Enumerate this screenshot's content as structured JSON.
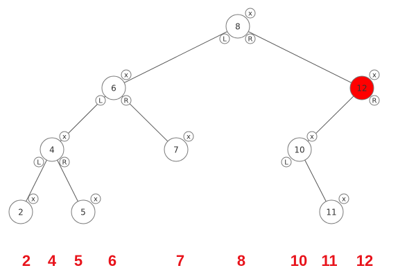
{
  "tree": {
    "highlight_color": "#ff0000",
    "node_stroke": "#777777",
    "edge_color": "#555555",
    "nodes": [
      {
        "id": "n8",
        "label": "8",
        "highlighted": false,
        "buttons": {
          "x": true,
          "L": true,
          "R": true
        }
      },
      {
        "id": "n6",
        "label": "6",
        "highlighted": false,
        "buttons": {
          "x": true,
          "L": true,
          "R": true
        }
      },
      {
        "id": "n12",
        "label": "12",
        "highlighted": true,
        "buttons": {
          "x": true,
          "L": false,
          "R": true
        }
      },
      {
        "id": "n4",
        "label": "4",
        "highlighted": false,
        "buttons": {
          "x": true,
          "L": true,
          "R": true
        }
      },
      {
        "id": "n7",
        "label": "7",
        "highlighted": false,
        "buttons": {
          "x": true,
          "L": false,
          "R": false
        }
      },
      {
        "id": "n10",
        "label": "10",
        "highlighted": false,
        "buttons": {
          "x": true,
          "L": true,
          "R": false
        }
      },
      {
        "id": "n2",
        "label": "2",
        "highlighted": false,
        "buttons": {
          "x": true,
          "L": false,
          "R": false
        }
      },
      {
        "id": "n5",
        "label": "5",
        "highlighted": false,
        "buttons": {
          "x": true,
          "L": false,
          "R": false
        }
      },
      {
        "id": "n11",
        "label": "11",
        "highlighted": false,
        "buttons": {
          "x": true,
          "L": false,
          "R": false
        }
      }
    ],
    "edges": [
      {
        "from": "n8",
        "to": "n6"
      },
      {
        "from": "n8",
        "to": "n12"
      },
      {
        "from": "n6",
        "to": "n4"
      },
      {
        "from": "n6",
        "to": "n7"
      },
      {
        "from": "n12",
        "to": "n10"
      },
      {
        "from": "n4",
        "to": "n2"
      },
      {
        "from": "n4",
        "to": "n5"
      },
      {
        "from": "n10",
        "to": "n11"
      }
    ],
    "button_labels": {
      "delete": "x",
      "left": "L",
      "right": "R"
    }
  },
  "inorder": {
    "color": "#e8131b",
    "values": [
      "2",
      "4",
      "5",
      "6",
      "7",
      "8",
      "10",
      "11",
      "12"
    ]
  }
}
